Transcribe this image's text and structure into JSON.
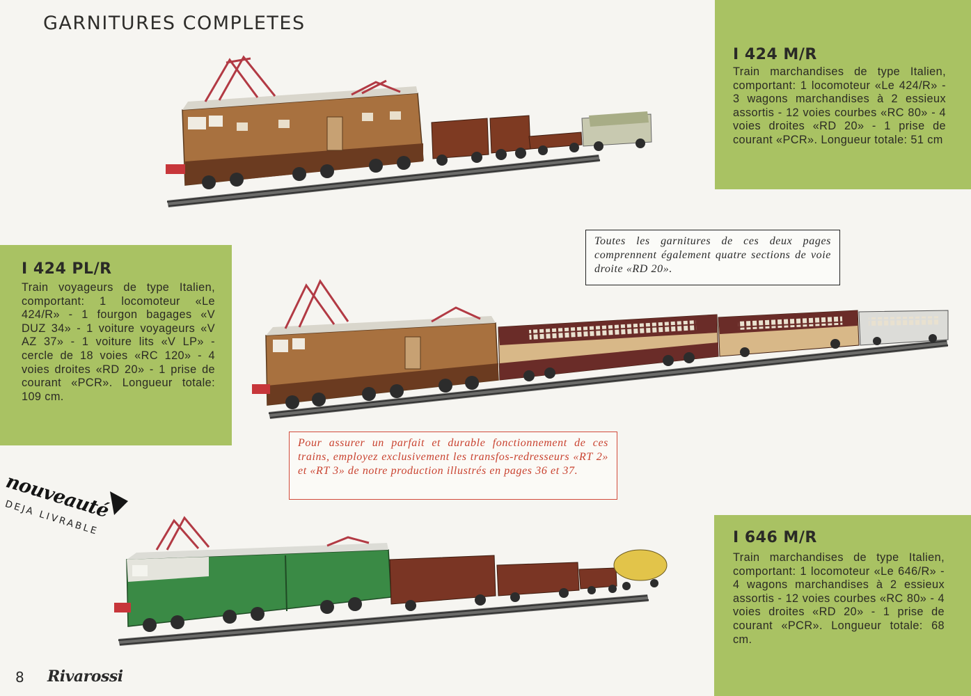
{
  "page": {
    "title": "GARNITURES COMPLETES",
    "page_number": "8",
    "brand": "Rivarossi"
  },
  "sets": [
    {
      "code": "I 424 M/R",
      "description": "Train marchandises de type Italien, comportant: 1 locomoteur «Le 424/R» - 3 wagons marchandises à 2 essieux assortis - 12 voies courbes «RC 80» - 4 voies droites «RD 20» - 1 prise de courant «PCR». Longueur totale: 51 cm"
    },
    {
      "code": "I 424 PL/R",
      "description": "Train voyageurs de type Italien, comportant: 1 locomoteur «Le 424/R» - 1 fourgon bagages «V DUZ 34» - 1 voiture voyageurs «V AZ 37» - 1 voiture lits «V LP» - cercle de 18 voies «RC 120» - 4 voies droites «RD 20» - 1 prise de courant «PCR». Longueur totale: 109 cm."
    },
    {
      "code": "I 646 M/R",
      "description": "Train marchandises de type Italien, comportant: 1 locomoteur «Le 646/R» - 4 wagons marchandises à 2 essieux assortis - 12 voies courbes «RC 80» - 4 voies droites «RD 20» - 1 prise de courant «PCR». Longueur totale: 68 cm."
    }
  ],
  "notices": {
    "tracks": "Toutes les garnitures de ces deux pages comprennent également quatre sections de voie droite «RD 20».",
    "transformers": "Pour assurer un parfait et durable fonctionnement de ces trains, employez exclusivement les transfos-redresseurs «RT 2» et «RT 3» de notre production illustrés en pages 36 et 37."
  },
  "badge": {
    "word": "nouveauté",
    "sub": "DEJA LIVRABLE"
  },
  "colors": {
    "green_panel": "#a9c263",
    "notice_red": "#c9422f",
    "loco_brown": "#a8713f",
    "loco_green": "#3a8a45",
    "coach_brown": "#6a2c28"
  }
}
